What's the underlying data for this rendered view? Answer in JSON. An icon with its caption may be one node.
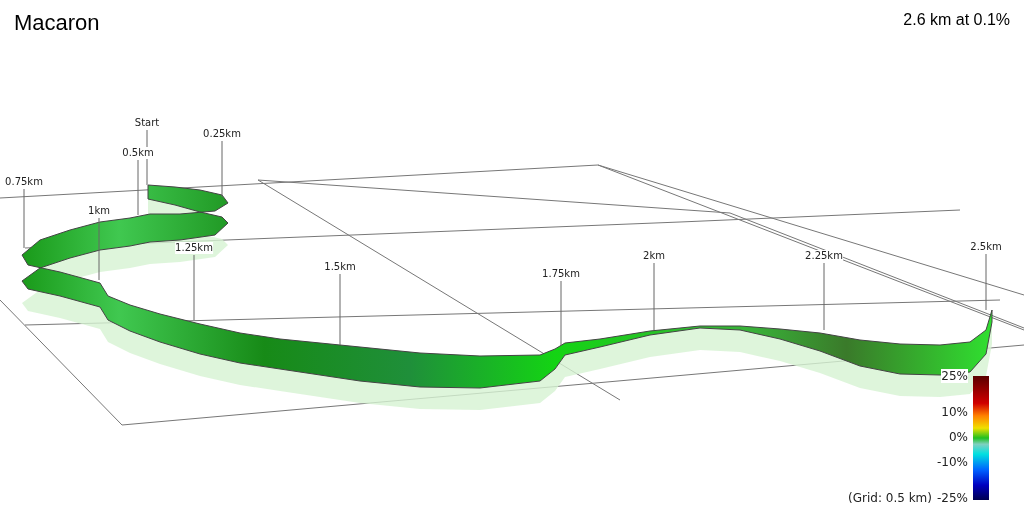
{
  "diagram": {
    "title": "Macaron",
    "nodes": [
      {
        "text": [
          "Start"
        ]
      },
      {
        "text": [
          "0.25km"
        ]
      },
      {
        "text": [
          "0.5km"
        ]
      },
      {
        "text": [
          "0.75km"
        ]
      },
      {
        "text": [
          "1km"
        ]
      },
      {
        "text": [
          "1.25km"
        ]
      },
      {
        "text": [
          "1.5km"
        ]
      },
      {
        "text": [
          "1.75km"
        ]
      },
      {
        "text": [
          "2km"
        ]
      },
      {
        "text": [
          "2.25km"
        ]
      },
      {
        "text": [
          "2.5km"
        ]
      },
      {
        "text": [],
        "shape": "bar"
      }
    ],
    "edges": [
      {
        "from": 0,
        "to": null,
        "arrow": "none"
      },
      {
        "from": 1,
        "to": null,
        "arrow": "none"
      },
      {
        "from": 2,
        "to": null,
        "arrow": "none"
      },
      {
        "from": 3,
        "to": null,
        "arrow": "none"
      },
      {
        "from": 4,
        "to": null,
        "arrow": "none"
      },
      {
        "from": 5,
        "to": null,
        "arrow": "none"
      },
      {
        "from": 6,
        "to": null,
        "arrow": "none"
      },
      {
        "from": 7,
        "to": null,
        "arrow": "none"
      },
      {
        "from": 8,
        "to": null,
        "arrow": "none"
      },
      {
        "from": 9,
        "to": null,
        "arrow": "none"
      },
      {
        "from": 10,
        "to": null,
        "arrow": "none"
      }
    ],
    "labels": [
      "2.6 km at 0.1%",
      "25%",
      "10%",
      "0%",
      "-10%",
      "(Grid: 0.5 km)",
      "-25%"
    ]
  }
}
